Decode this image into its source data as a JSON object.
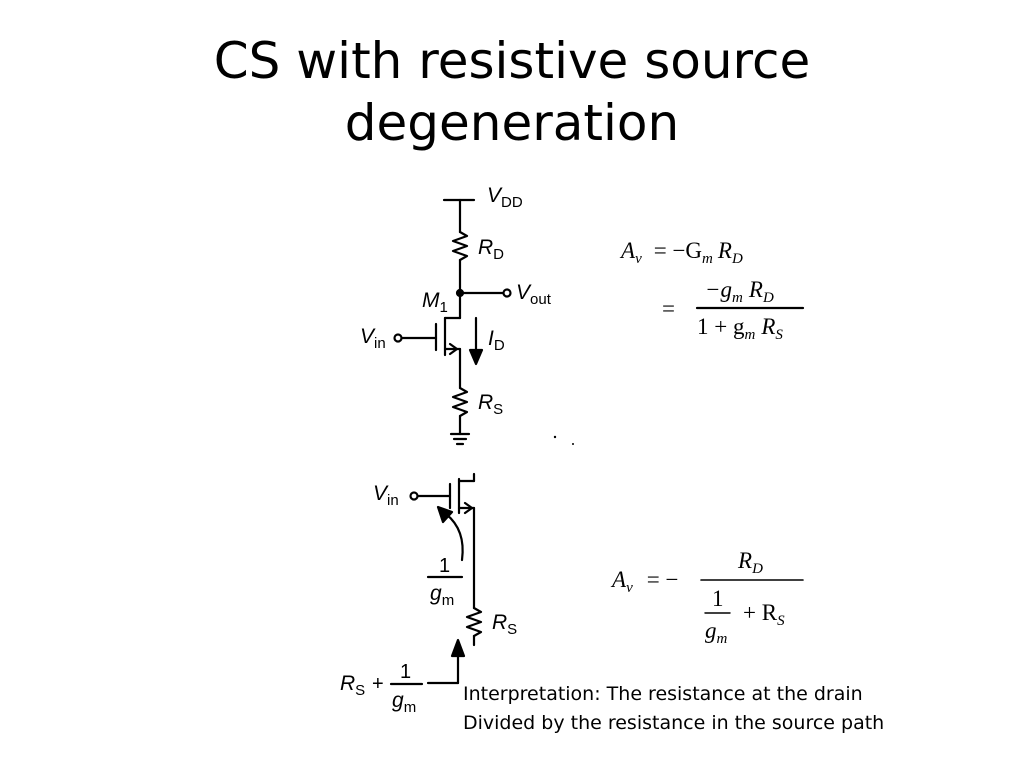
{
  "slide": {
    "title_line1": "CS with resistive source",
    "title_line2": "degeneration"
  },
  "circuit1": {
    "vdd": "V",
    "vdd_sub": "DD",
    "rd": "R",
    "rd_sub": "D",
    "m1": "M",
    "m1_sub": "1",
    "vout": "V",
    "vout_sub": "out",
    "vin": "V",
    "vin_sub": "in",
    "id": "I",
    "id_sub": "D",
    "rs": "R",
    "rs_sub": "S"
  },
  "circuit2": {
    "vin": "V",
    "vin_sub": "in",
    "one": "1",
    "gm": "g",
    "gm_sub": "m",
    "rs": "R",
    "rs_sub": "S",
    "sum_r": "R",
    "sum_r_sub": "S",
    "sum_plus": "+",
    "sum_one": "1",
    "sum_gm": "g",
    "sum_gm_sub": "m"
  },
  "equation1": {
    "line1_lhs": "A",
    "line1_lhs_sub": "v",
    "line1_eq": "= −G",
    "line1_gsub": "m",
    "line1_r": "R",
    "line1_rsub": "D",
    "line2_eq": "=",
    "num": "−g",
    "num_sub": "m",
    "num_r": "R",
    "num_rsub": "D",
    "den": "1 + g",
    "den_sub": "m",
    "den_r": "R",
    "den_rsub": "S"
  },
  "equation2": {
    "lhs": "A",
    "lhs_sub": "v",
    "eq": "= −",
    "num_r": "R",
    "num_rsub": "D",
    "one": "1",
    "gm": "g",
    "gm_sub": "m",
    "plus_r": "+ R",
    "plus_rsub": "S"
  },
  "note": {
    "line1": "Interpretation: The resistance  at the drain",
    "line2": "Divided by the resistance in the source path"
  }
}
